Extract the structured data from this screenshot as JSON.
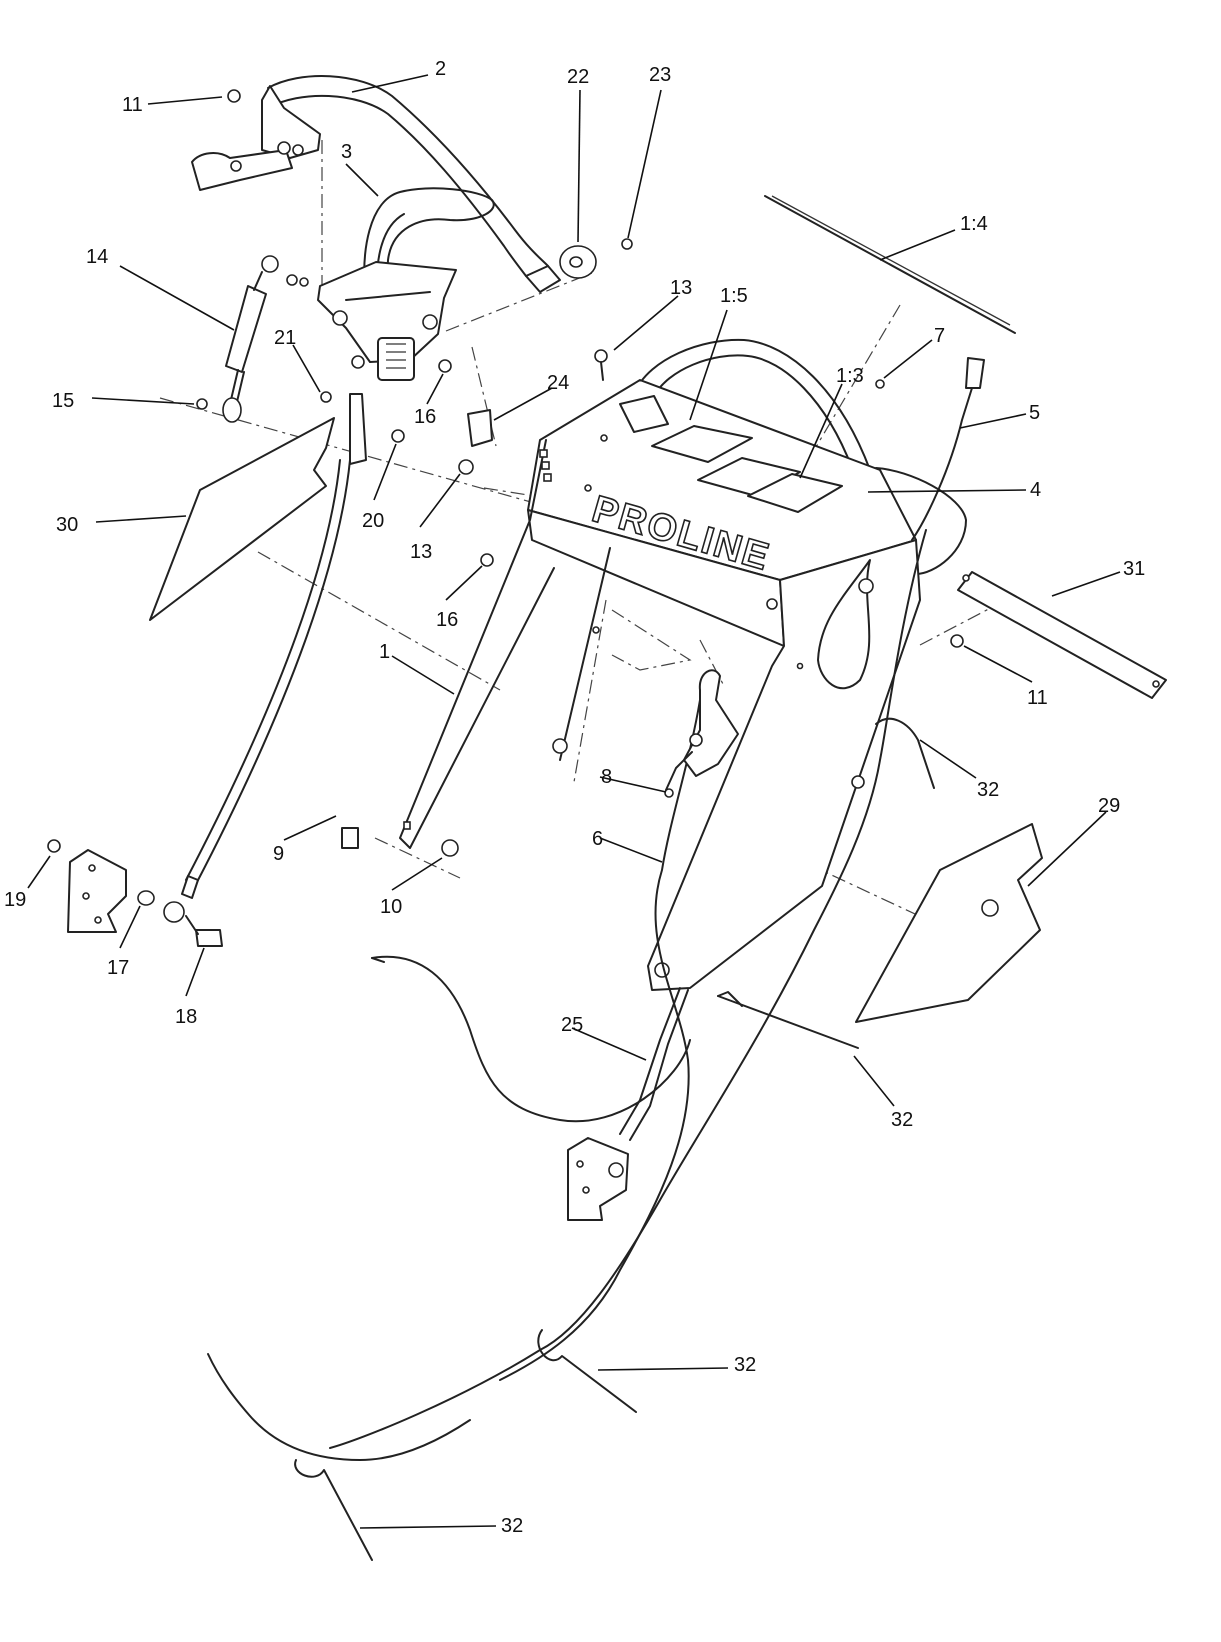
{
  "diagram": {
    "logo_text": "PROLINE",
    "callouts": [
      {
        "id": "c-11a",
        "text": "11"
      },
      {
        "id": "c-2",
        "text": "2"
      },
      {
        "id": "c-22",
        "text": "22"
      },
      {
        "id": "c-23",
        "text": "23"
      },
      {
        "id": "c-3",
        "text": "3"
      },
      {
        "id": "c-1-4",
        "text": "1:4"
      },
      {
        "id": "c-14",
        "text": "14"
      },
      {
        "id": "c-13a",
        "text": "13"
      },
      {
        "id": "c-1-5",
        "text": "1:5"
      },
      {
        "id": "c-7",
        "text": "7"
      },
      {
        "id": "c-21",
        "text": "21"
      },
      {
        "id": "c-1-3",
        "text": "1:3"
      },
      {
        "id": "c-15",
        "text": "15"
      },
      {
        "id": "c-24",
        "text": "24"
      },
      {
        "id": "c-16a",
        "text": "16"
      },
      {
        "id": "c-5",
        "text": "5"
      },
      {
        "id": "c-4",
        "text": "4"
      },
      {
        "id": "c-30",
        "text": "30"
      },
      {
        "id": "c-20",
        "text": "20"
      },
      {
        "id": "c-13b",
        "text": "13"
      },
      {
        "id": "c-31",
        "text": "31"
      },
      {
        "id": "c-16b",
        "text": "16"
      },
      {
        "id": "c-1",
        "text": "1"
      },
      {
        "id": "c-11b",
        "text": "11"
      },
      {
        "id": "c-32a",
        "text": "32"
      },
      {
        "id": "c-8",
        "text": "8"
      },
      {
        "id": "c-29",
        "text": "29"
      },
      {
        "id": "c-9",
        "text": "9"
      },
      {
        "id": "c-6",
        "text": "6"
      },
      {
        "id": "c-19",
        "text": "19"
      },
      {
        "id": "c-10",
        "text": "10"
      },
      {
        "id": "c-17",
        "text": "17"
      },
      {
        "id": "c-18",
        "text": "18"
      },
      {
        "id": "c-25",
        "text": "25"
      },
      {
        "id": "c-32b",
        "text": "32"
      },
      {
        "id": "c-32c",
        "text": "32"
      },
      {
        "id": "c-32d",
        "text": "32"
      }
    ]
  }
}
